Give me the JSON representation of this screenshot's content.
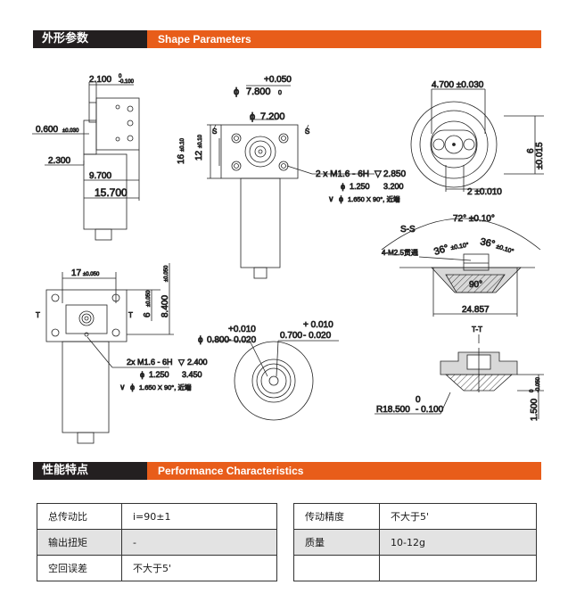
{
  "shape_section": {
    "title_cn": "外形参数",
    "title_en": "Shape Parameters"
  },
  "perf_section": {
    "title_cn": "性能特点",
    "title_en": "Performance Characteristics"
  },
  "dims": {
    "d_2100": "2.100",
    "d_2100_tol": "0",
    "d_2100_tol2": "-0.100",
    "d_0600": "0.600",
    "d_0600_tol": "±0.030",
    "d_2300": "2.300",
    "d_9700": "9.700",
    "d_15700": "15.700",
    "d_0050": "+0.050",
    "d_7800": "7.800",
    "d_7800_tol": "0",
    "d_7200": "7.200",
    "d_16": "16",
    "d_16_tol": "±0.10",
    "d_12": "12",
    "d_12_tol": "±0.10",
    "s_label": "S",
    "thread1": "2 x  M1.6 - 6H",
    "thread1_depth": "2.850",
    "bore1": "1.250",
    "bore1_depth": "3.200",
    "csk1": "1.650 X 90°, 近端",
    "d_4700": "4.700 ±0.030",
    "d_6": "6",
    "d_6_tol": "±0.015",
    "d_2010": "2 ±0.010",
    "ss_label": "S-S",
    "d_72": "72° ±0.10°",
    "d_36a": "36°",
    "d_36a_tol": "±0.10°",
    "d_36b": "36°",
    "d_36b_tol": "±0.10°",
    "m25": "4-M2.5贯通",
    "d_90": "90°",
    "d_24857": "24.857",
    "d_17": "17",
    "d_17_tol": "±0.050",
    "d_6b": "6",
    "d_6b_tol": "±0.050",
    "d_8400": "8.400",
    "d_8400_tol": "±0.050",
    "t_label": "T",
    "thread2": "2x M1.6 - 6H",
    "thread2_depth": "2.400",
    "bore2": "1.250",
    "bore2_depth": "3.450",
    "csk2": "1.650 X 90°, 近端",
    "d_0800": "0.800",
    "d_0800_tp": "+0.010",
    "d_0800_tm": "- 0.020",
    "d_0700": "0.700",
    "d_0700_tp": "+ 0.010",
    "d_0700_tm": "- 0.020",
    "tt_label": "T-T",
    "d_r18500": "R18.500",
    "d_r_tp": "0",
    "d_r_tm": "- 0.100",
    "d_1500": "1.500",
    "d_1500_tol": "0",
    "d_1500_tol2": "-0.050",
    "phi": "ϕ"
  },
  "performance": {
    "left": [
      {
        "label": "总传动比",
        "value": "i=90±1"
      },
      {
        "label": "输出扭矩",
        "value": "-"
      },
      {
        "label": "空回误差",
        "value": "不大于5'"
      }
    ],
    "right": [
      {
        "label": "传动精度",
        "value": "不大于5'"
      },
      {
        "label": "质量",
        "value": "10-12g"
      },
      {
        "label": "",
        "value": ""
      }
    ]
  }
}
